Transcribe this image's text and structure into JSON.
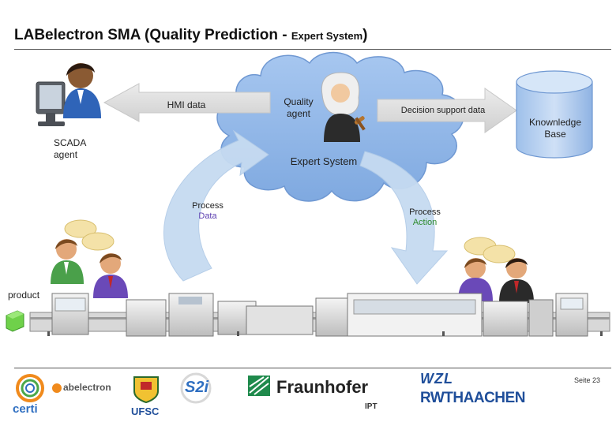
{
  "title": {
    "main": "LABelectron SMA (Quality Prediction - ",
    "small": "Expert System",
    "close": ")"
  },
  "labels": {
    "hmi_data": "HMI data",
    "quality_agent_line1": "Quality",
    "quality_agent_line2": "agent",
    "decision_support": "Decision support data",
    "knowledge_line1": "Knownledge",
    "knowledge_line2": "Base",
    "scada_line1": "SCADA",
    "scada_line2": "agent",
    "expert_system": "Expert System",
    "process_data_line1": "Process",
    "process_data_line2": "Data",
    "process_action_line1": "Process",
    "process_action_line2": "Action",
    "product": "product"
  },
  "footer": {
    "page": "Seite 23",
    "logo_certi": "certi",
    "logo_labelectron": "abelectron",
    "logo_ufsc": "UFSC",
    "logo_s2i": "S2i",
    "logo_fraunhofer": "Fraunhofer",
    "logo_ipt": "IPT",
    "logo_wzl": "WZL",
    "logo_rwth": "RWTHAACHEN"
  },
  "colors": {
    "cloud": "#8fb6e8",
    "arrow_gray": "#dcdcdc",
    "arrow_blue": "#c5daf0",
    "database": "#a9c8ee"
  }
}
